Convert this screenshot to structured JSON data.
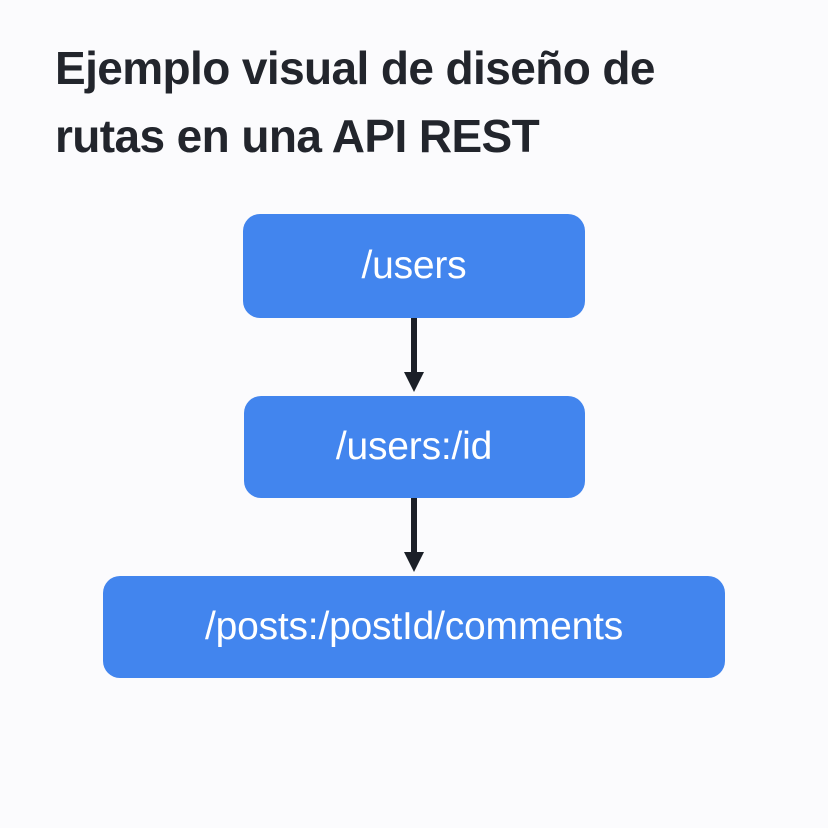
{
  "page": {
    "background_color": "#fbfbfd",
    "title": "Ejemplo visual de diseño de\nrutas en una API REST",
    "title_color": "#22252c"
  },
  "diagram": {
    "type": "flowchart",
    "orientation": "vertical",
    "node_color": "#4285ee",
    "node_text_color": "#ffffff",
    "arrow_color": "#1b1f27",
    "nodes": [
      {
        "id": "users",
        "label": "/users"
      },
      {
        "id": "users-id",
        "label": "/users:/id"
      },
      {
        "id": "posts-comments",
        "label": "/posts:/postId/comments"
      }
    ],
    "edges": [
      {
        "from": "users",
        "to": "users-id",
        "icon": "arrow-down-icon"
      },
      {
        "from": "users-id",
        "to": "posts-comments",
        "icon": "arrow-down-icon"
      }
    ]
  }
}
